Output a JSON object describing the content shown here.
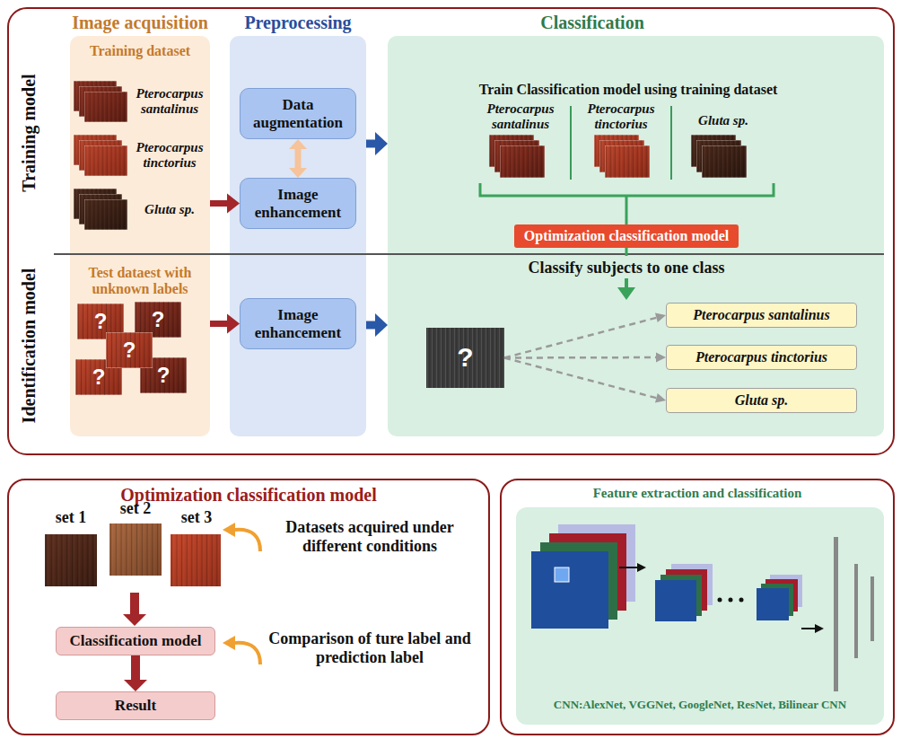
{
  "diagram": {
    "nodes": [
      {
        "text": [
          "Training model",
          "Identification model"
        ]
      },
      {
        "text": [
          "Image acquisition",
          "Training dataset",
          "Test dataest with unknown labels"
        ],
        "in": 0
      },
      {
        "text": [
          "Preprocessing"
        ],
        "in": 0
      },
      {
        "text": [
          "Data augmentation"
        ],
        "in": 2
      },
      {
        "text": [
          "Image enhancement"
        ],
        "in": 2
      },
      {
        "text": [
          "Image enhancement"
        ],
        "in": 2
      },
      {
        "text": [
          "Classification",
          "Train Classification model using training dataset",
          "Classify subjects to one class"
        ],
        "in": 0
      },
      {
        "text": [
          "Optimization classification model"
        ],
        "in": 6
      },
      {
        "text": [
          "?"
        ],
        "in": 6
      },
      {
        "text": [
          "Pterocarpus santalinus"
        ],
        "in": 6
      },
      {
        "text": [
          "Pterocarpus tinctorius"
        ],
        "in": 6
      },
      {
        "text": [
          "Gluta sp."
        ],
        "in": 6
      },
      {
        "text": [
          "Optimization classification model"
        ]
      },
      {
        "text": [
          "Classification model"
        ],
        "in": 12
      },
      {
        "text": [
          "Result"
        ],
        "in": 12
      },
      {
        "text": [
          "Feature extraction and classification",
          "CNN:AlexNet, VGGNet, GoogleNet, ResNet, Bilinear CNN"
        ]
      }
    ],
    "edges": [
      {
        "from": 3,
        "to": 4,
        "arrow": "both"
      },
      {
        "from": 1,
        "to": 4,
        "arrow": "to"
      },
      {
        "from": 1,
        "to": 5,
        "arrow": "to"
      },
      {
        "from": 2,
        "to": 6,
        "arrow": "to"
      },
      {
        "from": 2,
        "to": 6,
        "arrow": "to"
      },
      {
        "from": 8,
        "to": 9,
        "arrow": "to"
      },
      {
        "from": 8,
        "to": 10,
        "arrow": "to"
      },
      {
        "from": 8,
        "to": 11,
        "arrow": "to"
      },
      {
        "from": 13,
        "to": 14,
        "arrow": "to"
      }
    ],
    "labels": [
      "Pterocarpus santalinus",
      "Pterocarpus tinctorius",
      "Gluta sp.",
      "?",
      "?",
      "?",
      "?",
      "?",
      "Pterocarpus santalinus",
      "Pterocarpus tinctorius",
      "Gluta sp.",
      "set 1",
      "set 2",
      "set 3",
      "Datasets acquired under different conditions",
      "Comparison of ture label and prediction label"
    ]
  }
}
